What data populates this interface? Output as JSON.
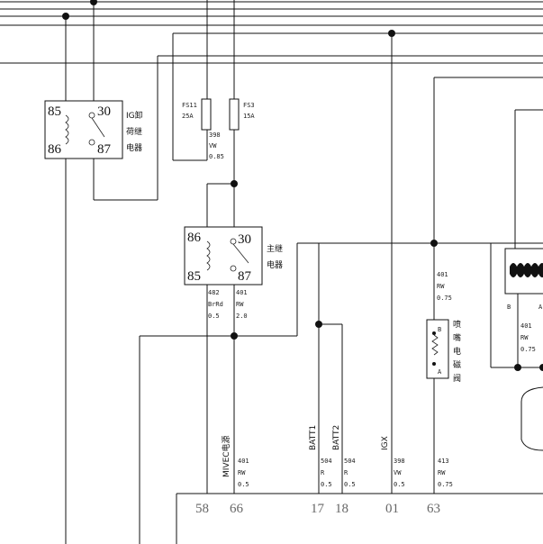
{
  "relays": {
    "ig_unload": {
      "p85": "85",
      "p86": "86",
      "p30": "30",
      "p87": "87",
      "label_lines": [
        "IG卸",
        "荷继",
        "电器"
      ]
    },
    "main": {
      "p86": "86",
      "p85": "85",
      "p30": "30",
      "p87": "87",
      "label_lines": [
        "主继",
        "电器"
      ]
    }
  },
  "fuses": [
    {
      "id": "FS11",
      "rating": "25A"
    },
    {
      "id": "FS3",
      "rating": "15A"
    }
  ],
  "wire_specs": {
    "fs11_out": [
      "398",
      "VW",
      "0.85"
    ],
    "main_482": [
      "482",
      "BrRd",
      "0.5"
    ],
    "main_401": [
      "401",
      "RW",
      "2.0"
    ],
    "right_401_top": [
      "401",
      "RW",
      "0.75"
    ],
    "right_401_mid": [
      "401",
      "RW",
      "0.75"
    ],
    "mvec_401": [
      "401",
      "RW",
      "0.5"
    ],
    "batt1_504": [
      "504",
      "R",
      "0.5"
    ],
    "batt2_504": [
      "504",
      "R",
      "0.5"
    ],
    "igx_398": [
      "398",
      "VW",
      "0.5"
    ],
    "valve_413": [
      "413",
      "RW",
      "0.75"
    ]
  },
  "valve": {
    "label_lines": [
      "喷",
      "嘴",
      "电",
      "磁",
      "阀"
    ],
    "pin_b": "B",
    "pin_a": "A"
  },
  "signals": {
    "mvec": "MIVEC电源",
    "batt1": "BATT1",
    "batt2": "BATT2",
    "igx": "IGX"
  },
  "connector_pins": [
    "58",
    "66",
    "17",
    "18",
    "01",
    "63"
  ],
  "right_connector": {
    "pin_b": "B",
    "pin_a": "A"
  }
}
